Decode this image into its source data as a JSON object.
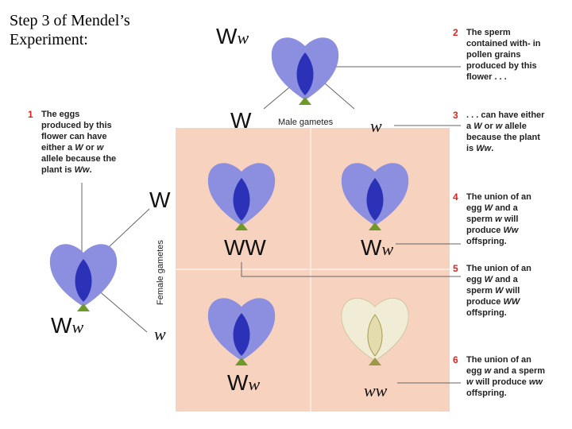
{
  "slide": {
    "title": "Step 3 of Mendel’s Experiment:"
  },
  "notes": [
    {
      "num": "1",
      "text_html": "The eggs produced by this flower can have either a <i>W</i> or <i>w</i> allele because the plant is <i>Ww</i>."
    },
    {
      "num": "2",
      "text_html": "The sperm contained with- in pollen grains produced by this flower . . ."
    },
    {
      "num": "3",
      "text_html": ". . . can have either a <i>W</i> or <i>w</i> allele because the plant is <i>Ww</i>."
    },
    {
      "num": "4",
      "text_html": "The union of an egg <i>W</i> and a sperm <i>w</i> will produce <i>Ww</i> offspring."
    },
    {
      "num": "5",
      "text_html": "The union of an egg <i>W</i> and a sperm <i>W</i> will produce <i>WW</i> offspring."
    },
    {
      "num": "6",
      "text_html": "The union of an egg <i>w</i> and a sperm <i>w</i> will produce <i>ww</i> offspring."
    }
  ],
  "labels": {
    "male_gametes": "Male gametes",
    "female_gametes": "Female gametes",
    "male_parent": {
      "big": "W",
      "small": "w"
    },
    "male_gamete_W": "W",
    "male_gamete_w": "w",
    "female_parent": {
      "big": "W",
      "small": "w"
    },
    "female_gamete_W": "W",
    "female_gamete_w": "w",
    "offspring": [
      {
        "big": "WW",
        "small": ""
      },
      {
        "big": "W",
        "small": "w"
      },
      {
        "big": "W",
        "small": "w"
      },
      {
        "big": "",
        "small": "ww"
      }
    ]
  },
  "colors": {
    "purple_flower": "#6f73d6",
    "white_flower": "#f1ecd6",
    "grid": "#f6d2bf",
    "number_red": "#e0211c"
  }
}
